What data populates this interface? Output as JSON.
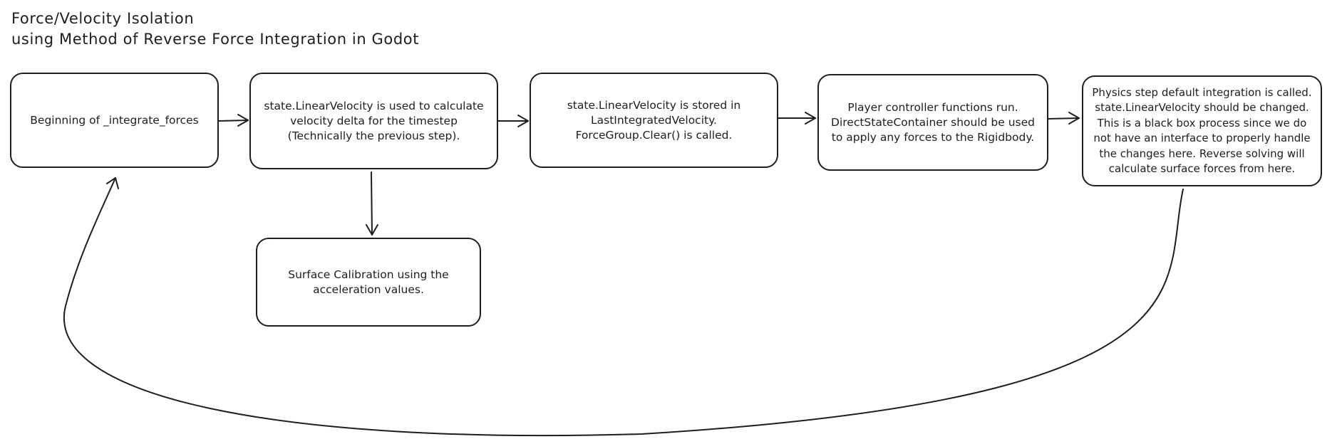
{
  "diagram": {
    "title_lines": [
      "Force/Velocity Isolation",
      "using Method of Reverse Force Integration in Godot"
    ],
    "nodes": [
      {
        "id": "n1",
        "label": "Beginning of _integrate_forces"
      },
      {
        "id": "n2",
        "label": "state.LinearVelocity is used to calculate velocity delta for the timestep (Technically the previous step)."
      },
      {
        "id": "n3",
        "label": "state.LinearVelocity is stored in LastIntegratedVelocity. ForceGroup.Clear() is called."
      },
      {
        "id": "n4",
        "label": "Player controller functions run. DirectStateContainer should be used to apply any forces to the Rigidbody."
      },
      {
        "id": "n5",
        "label": "Physics step default integration is called. state.LinearVelocity should be changed. This is a black box process since we do not have an interface to properly handle the changes here. Reverse solving will calculate surface forces from here."
      },
      {
        "id": "n6",
        "label": "Surface Calibration using the acceleration values."
      }
    ],
    "edges": [
      {
        "from": "n1",
        "to": "n2"
      },
      {
        "from": "n2",
        "to": "n3"
      },
      {
        "from": "n3",
        "to": "n4"
      },
      {
        "from": "n4",
        "to": "n5"
      },
      {
        "from": "n2",
        "to": "n6"
      },
      {
        "from": "n5",
        "to": "n1"
      }
    ],
    "colors": {
      "stroke": "#1e1e1e",
      "background": "#ffffff",
      "text": "#1e1e1e"
    }
  }
}
